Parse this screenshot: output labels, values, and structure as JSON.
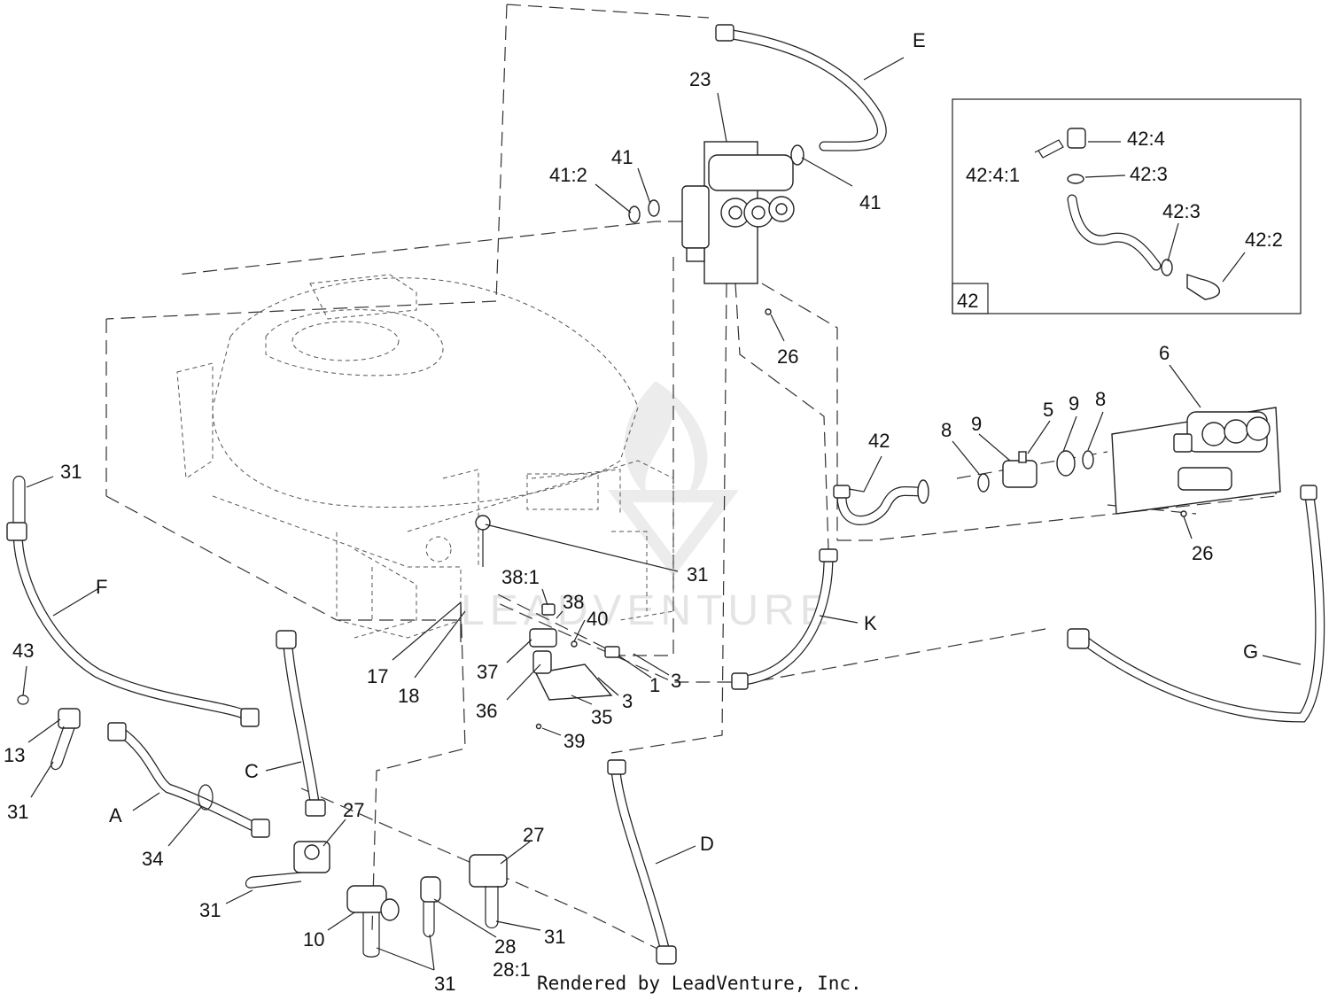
{
  "footer": "Rendered by LeadVenture, Inc.",
  "inset_label": "42",
  "callouts": [
    {
      "id": "E",
      "text": "E"
    },
    {
      "id": "23",
      "text": "23"
    },
    {
      "id": "41a",
      "text": "41"
    },
    {
      "id": "41-2",
      "text": "41:2"
    },
    {
      "id": "41b",
      "text": "41"
    },
    {
      "id": "42-4",
      "text": "42:4"
    },
    {
      "id": "42-4-1",
      "text": "42:4:1"
    },
    {
      "id": "42-3a",
      "text": "42:3"
    },
    {
      "id": "42-3b",
      "text": "42:3"
    },
    {
      "id": "42-2",
      "text": "42:2"
    },
    {
      "id": "26a",
      "text": "26"
    },
    {
      "id": "6",
      "text": "6"
    },
    {
      "id": "42",
      "text": "42"
    },
    {
      "id": "8a",
      "text": "8"
    },
    {
      "id": "9a",
      "text": "9"
    },
    {
      "id": "5",
      "text": "5"
    },
    {
      "id": "9b",
      "text": "9"
    },
    {
      "id": "8b",
      "text": "8"
    },
    {
      "id": "26b",
      "text": "26"
    },
    {
      "id": "31a",
      "text": "31"
    },
    {
      "id": "31b",
      "text": "31"
    },
    {
      "id": "F",
      "text": "F"
    },
    {
      "id": "38-1",
      "text": "38:1"
    },
    {
      "id": "38",
      "text": "38"
    },
    {
      "id": "40",
      "text": "40"
    },
    {
      "id": "37",
      "text": "37"
    },
    {
      "id": "K",
      "text": "K"
    },
    {
      "id": "G",
      "text": "G"
    },
    {
      "id": "17",
      "text": "17"
    },
    {
      "id": "18",
      "text": "18"
    },
    {
      "id": "1",
      "text": "1"
    },
    {
      "id": "3a",
      "text": "3"
    },
    {
      "id": "36",
      "text": "36"
    },
    {
      "id": "3b",
      "text": "3"
    },
    {
      "id": "35",
      "text": "35"
    },
    {
      "id": "43",
      "text": "43"
    },
    {
      "id": "39",
      "text": "39"
    },
    {
      "id": "13",
      "text": "13"
    },
    {
      "id": "C",
      "text": "C"
    },
    {
      "id": "31c",
      "text": "31"
    },
    {
      "id": "A",
      "text": "A"
    },
    {
      "id": "27a",
      "text": "27"
    },
    {
      "id": "34",
      "text": "34"
    },
    {
      "id": "27b",
      "text": "27"
    },
    {
      "id": "D",
      "text": "D"
    },
    {
      "id": "31d",
      "text": "31"
    },
    {
      "id": "10",
      "text": "10"
    },
    {
      "id": "28",
      "text": "28"
    },
    {
      "id": "31e",
      "text": "31"
    },
    {
      "id": "28-1",
      "text": "28:1"
    },
    {
      "id": "31f",
      "text": "31"
    }
  ]
}
